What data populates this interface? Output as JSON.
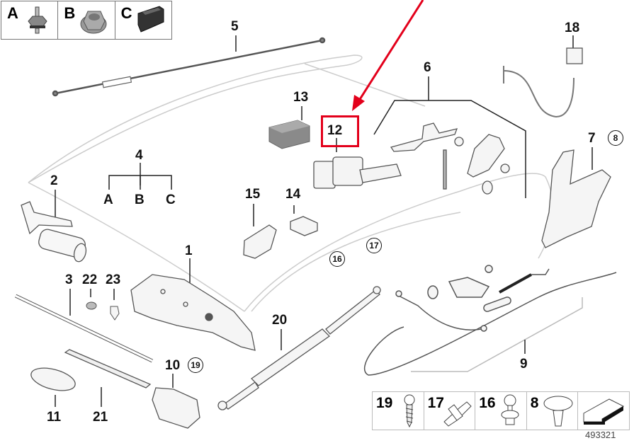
{
  "diagram": {
    "title": "Convertible top hydraulics / locking mechanism parts diagram",
    "diagram_number": "493321",
    "highlight_color": "#e3001b",
    "highlighted_part": "12"
  },
  "legend_top": [
    {
      "key": "A",
      "icon": "stud-bolt-icon"
    },
    {
      "key": "B",
      "icon": "flange-nut-icon"
    },
    {
      "key": "C",
      "icon": "rubber-cap-icon"
    }
  ],
  "legend_bottom": [
    {
      "key": "19",
      "icon": "screw-icon"
    },
    {
      "key": "17",
      "icon": "pin-icon"
    },
    {
      "key": "16",
      "icon": "ball-stud-icon"
    },
    {
      "key": "8",
      "icon": "expanding-rivet-icon"
    },
    {
      "key": "",
      "icon": "arrow-indicator-icon"
    }
  ],
  "parts": {
    "p1": "1",
    "p2": "2",
    "p3": "3",
    "p4": "4",
    "p4a": "A",
    "p4b": "B",
    "p4c": "C",
    "p5": "5",
    "p6": "6",
    "p7": "7",
    "p9": "9",
    "p10": "10",
    "p11": "11",
    "p12": "12",
    "p13": "13",
    "p14": "14",
    "p15": "15",
    "p18": "18",
    "p20": "20",
    "p21": "21",
    "p22": "22",
    "p23": "23"
  },
  "circled": {
    "c8": "8",
    "c16": "16",
    "c17": "17",
    "c19": "19"
  }
}
